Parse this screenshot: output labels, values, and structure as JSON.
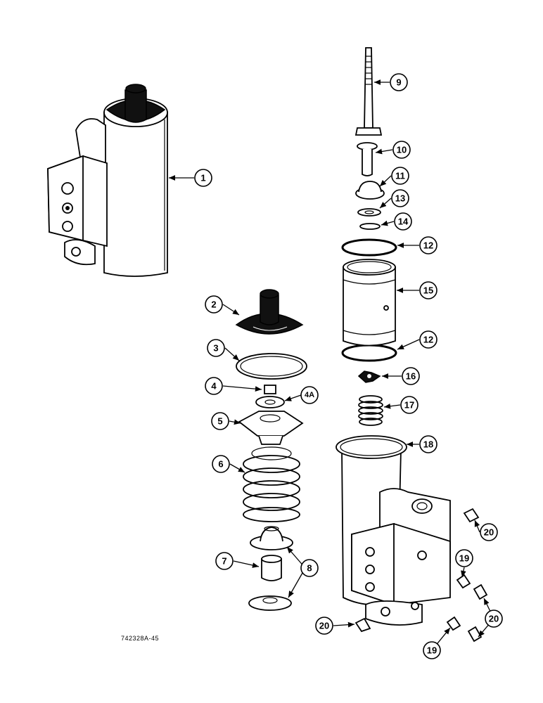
{
  "figure_ref": "742328A-45",
  "callouts": [
    "1",
    "2",
    "3",
    "4",
    "4A",
    "5",
    "6",
    "7",
    "8",
    "9",
    "10",
    "11",
    "12",
    "13",
    "14",
    "15",
    "16",
    "17",
    "18",
    "19",
    "20"
  ]
}
